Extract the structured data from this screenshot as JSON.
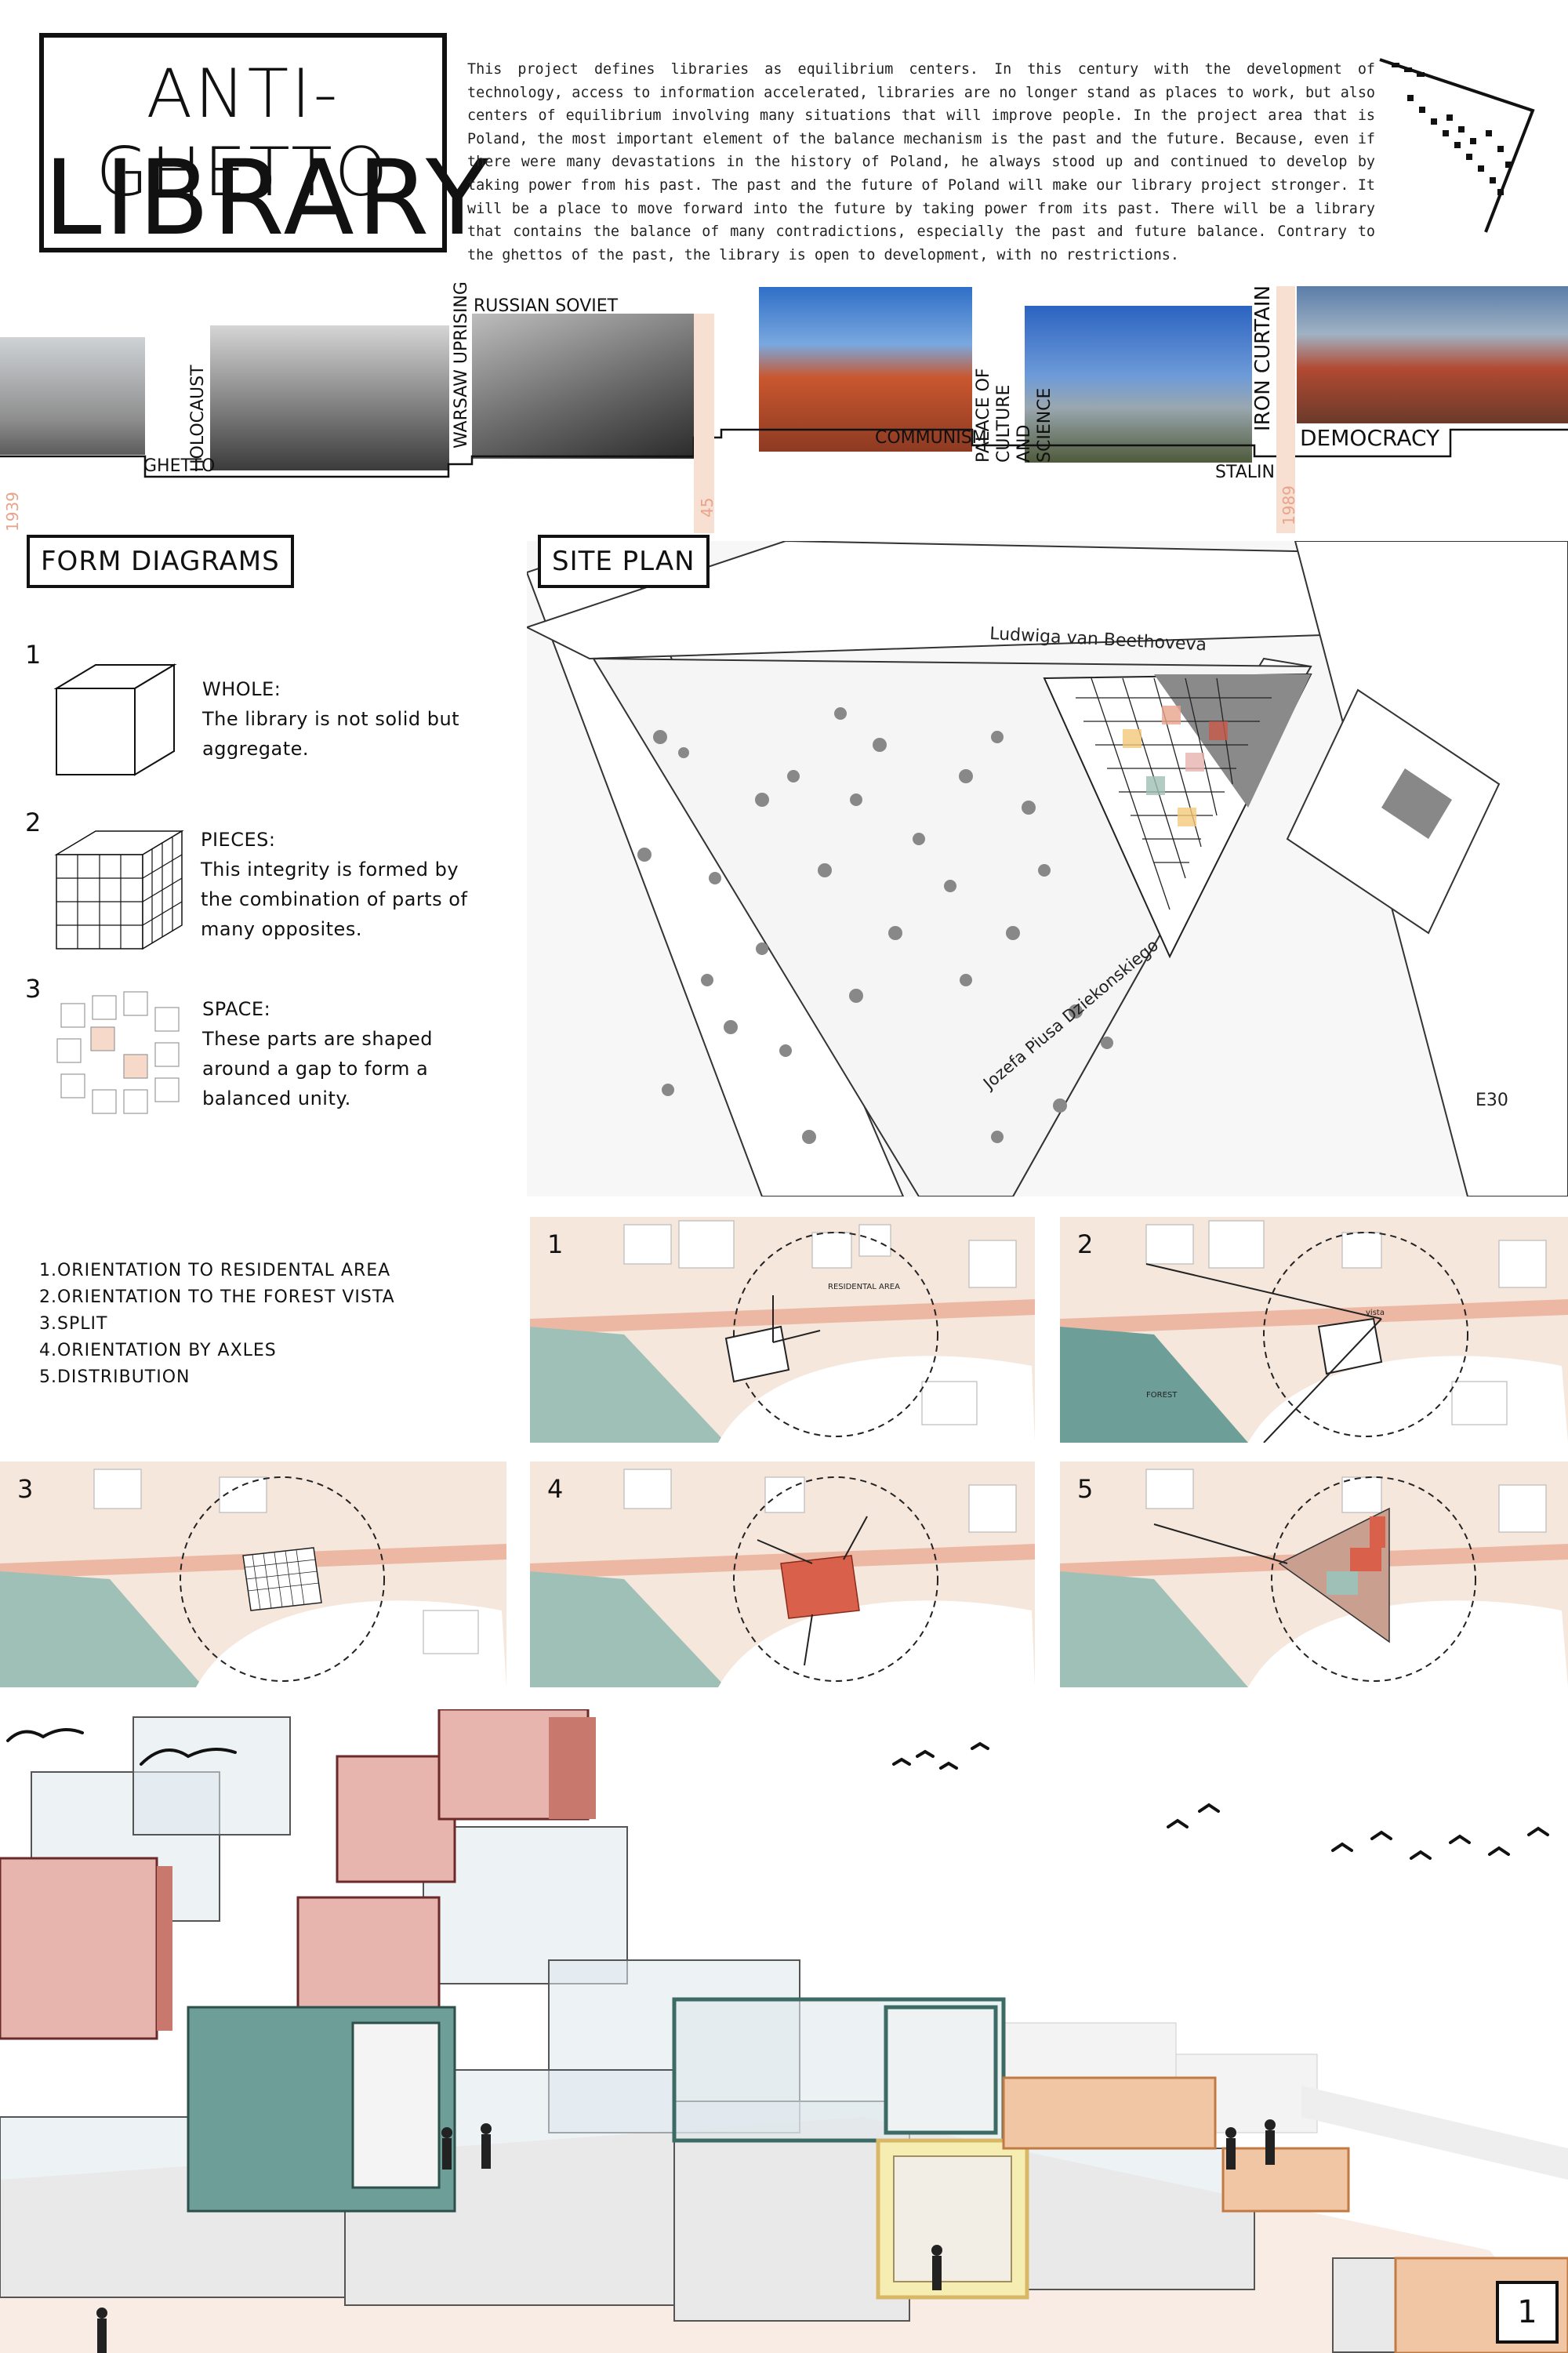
{
  "title": {
    "line1": "ANTI-GHETTO",
    "line2": "LIBRARY"
  },
  "intro": "This project defines libraries as equilibrium centers. In this century with the development of technology, access to information accelerated, libraries are no longer stand as places to work, but also centers of equilibrium involving many situations that will improve people. In the project area that is Poland, the most important element of the balance mechanism is the past and the future. Because, even if there were many devastations in the history of Poland, he always stood up and continued to develop by taking power from his past. The past and the future of Poland will make our library project stronger. It will be a place to move forward into the future by taking power from its past. There will be a library that contains the balance of many contradictions, especially the past and future balance. Contrary to the ghettos of the past, the library is open to development, with no restrictions.",
  "timeline": {
    "labels": [
      "GHETTO",
      "HOLOCAUST",
      "WARSAW UPRISING",
      "RUSSIAN SOVIET",
      "COMMUNISM",
      "PALACE OF CULTURE AND SCIENCE",
      "STALIN",
      "IRON CURTAIN",
      "DEMOCRACY"
    ],
    "years": [
      "1939",
      "45",
      "1989"
    ]
  },
  "form_diagrams": {
    "title": "FORM DIAGRAMS",
    "items": [
      {
        "num": "1",
        "heading": "WHOLE:",
        "text": "The library is not solid but aggregate."
      },
      {
        "num": "2",
        "heading": "PIECES:",
        "text": "This integrity is formed by the combination of parts of many opposites."
      },
      {
        "num": "3",
        "heading": "SPACE:",
        "text": "These parts are shaped around a gap to form a balanced unity."
      }
    ]
  },
  "site_plan": {
    "title": "SITE PLAN",
    "street1": "Ludwiga van Beethoveva",
    "street2": "Jozefa Piusa Dziekonskiego",
    "road": "E30"
  },
  "steps": [
    "1.ORIENTATION TO RESIDENTAL AREA",
    "2.ORIENTATION TO THE FOREST VISTA",
    "3.SPLIT",
    "4.ORIENTATION BY AXLES",
    "5.DISTRIBUTION"
  ],
  "panels": [
    {
      "num": "1",
      "label": "RESIDENTAL AREA"
    },
    {
      "num": "2",
      "label": "FOREST",
      "label2": "vista"
    },
    {
      "num": "3"
    },
    {
      "num": "4"
    },
    {
      "num": "5"
    }
  ],
  "page_number": "1",
  "colors": {
    "accent": "#e8a48c",
    "teal": "#6e9e98",
    "salmon": "#e8b4ae",
    "forest": "#9fc0b6"
  }
}
